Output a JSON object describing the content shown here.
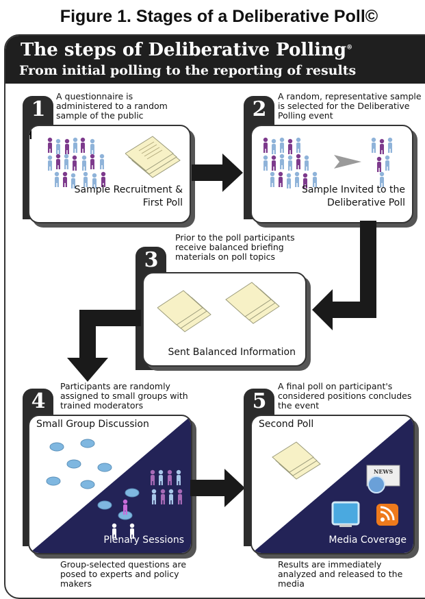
{
  "figure_title": "Figure 1. Stages of a Deliberative Poll©",
  "header": {
    "title": "The steps of Deliberative Polling",
    "title_mark": "®",
    "subtitle": "From initial polling to the reporting of results"
  },
  "steps": [
    {
      "number": "1",
      "description": "A questionnaire is administered to a random sample of the public",
      "caption_line1": "Sample Recruitment &",
      "caption_line2": "First Poll"
    },
    {
      "number": "2",
      "description": "A random, representative sample is selected for the Deliberative Polling event",
      "caption_line1": "Sample Invited to the",
      "caption_line2": "Deliberative Poll"
    },
    {
      "number": "3",
      "description": "Prior to the poll participants receive balanced briefing materials on poll topics",
      "caption": "Sent Balanced Information"
    },
    {
      "number": "4",
      "description": "Participants are randomly assigned to small groups with trained moderators",
      "caption_top": "Small Group Discussion",
      "caption_bottom": "Plenary Sessions",
      "footer": "Group-selected questions are posed to experts and policy makers"
    },
    {
      "number": "5",
      "description": "A final poll on participant's considered positions concludes the event",
      "caption_top": "Second Poll",
      "caption_bottom": "Media Coverage",
      "footer": "Results are immediately analyzed and released to the media"
    }
  ],
  "icon_text": {
    "news": "NEWS"
  },
  "colors": {
    "purple": "#7d3a8c",
    "light_blue": "#8fb3d9",
    "navy": "#232357",
    "dark": "#1f1f1f",
    "paper": "#f7f1c6"
  }
}
